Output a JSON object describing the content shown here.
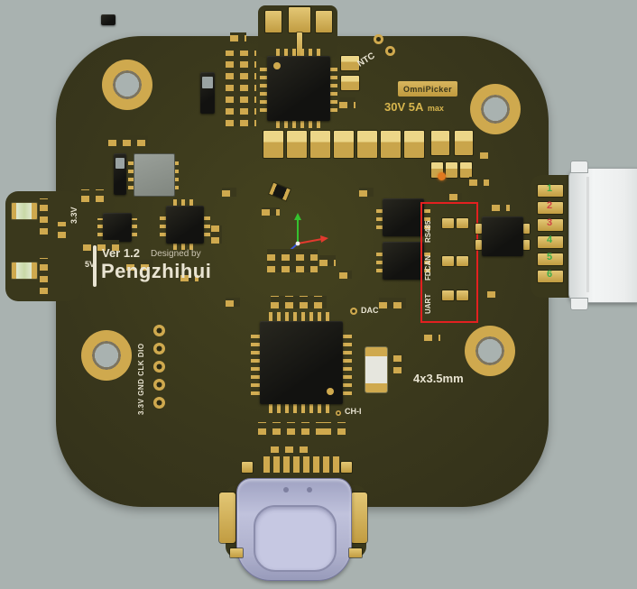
{
  "labels": {
    "ntc": "NTC",
    "badge": "OmniPicker",
    "rating_main": "30V 5A",
    "rating_sub": "max",
    "v33": "3.3V",
    "v5": "5V",
    "version": "Ver 1.2",
    "designed_by": "Designed by",
    "designer": "Pengzhihui",
    "dac": "DAC",
    "ch1": "CH-I",
    "hole_spec": "4x3.5mm",
    "prog_header": "3.3V GND CLK DIO"
  },
  "interface_header": {
    "items": [
      "RS485",
      "FDCAN",
      "UART"
    ],
    "highlight_color": "#e32020"
  },
  "connector_pins": [
    {
      "label": "1",
      "color": "#3fae4a"
    },
    {
      "label": "2",
      "color": "#d04545"
    },
    {
      "label": "3",
      "color": "#d04545"
    },
    {
      "label": "4",
      "color": "#3fae4a"
    },
    {
      "label": "5",
      "color": "#3fae4a"
    },
    {
      "label": "6",
      "color": "#3fae4a"
    }
  ],
  "colors": {
    "background": "#a9b2b0",
    "board": "#3a381c",
    "pad_gold": "#cfa94e",
    "silkscreen": "#e9e4d2",
    "rating_gold": "#d8b64e"
  }
}
